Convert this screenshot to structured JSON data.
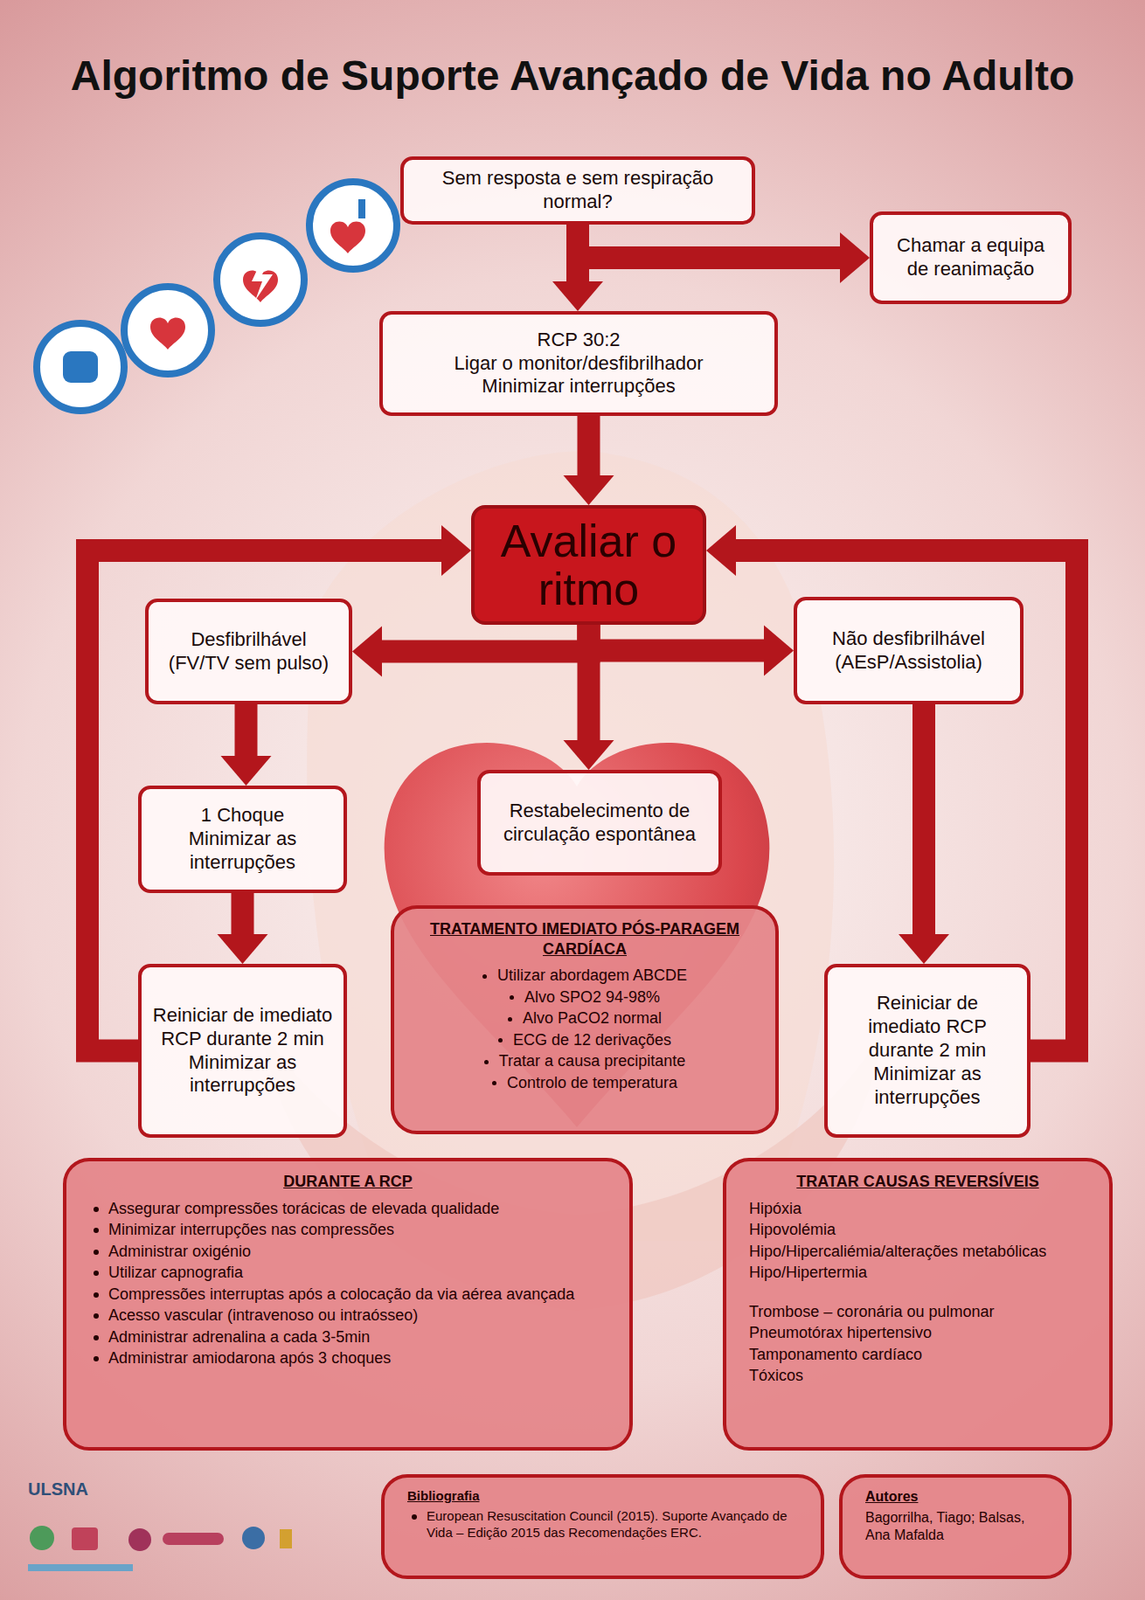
{
  "diagram": {
    "title": "Algoritmo de Suporte Avançado de Vida no Adulto",
    "nodes": [
      {
        "text": [
          "Sem resposta e sem respiração normal?"
        ]
      },
      {
        "text": [
          "Chamar a equipa de reanimação"
        ]
      },
      {
        "text": [
          "RCP 30:2",
          "Ligar o monitor/desfibrilhador",
          "Minimizar interrupções"
        ]
      },
      {
        "text": [
          "Avaliar o ritmo"
        ]
      },
      {
        "text": [
          "Desfibrilhável (FV/TV sem pulso)"
        ]
      },
      {
        "text": [
          "Não desfibrilhável (AEsP/Assistolia)"
        ]
      },
      {
        "text": [
          "1 Choque",
          "Minimizar as interrupções"
        ]
      },
      {
        "text": [
          "Restabelecimento de circulação espontânea"
        ]
      },
      {
        "text": [
          "TRATAMENTO IMEDIATO PÓS-PARAGEM CARDÍACA",
          "Utilizar abordagem ABCDE",
          "Alvo SPO2 94-98%",
          "Alvo PaCO2 normal",
          "ECG de 12 derivações",
          "Tratar a causa precipitante",
          "Controlo de temperatura"
        ]
      },
      {
        "text": [
          "Reiniciar de imediato RCP durante 2 min",
          "Minimizar as interrupções"
        ]
      },
      {
        "text": [
          "Reiniciar de imediato RCP durante 2 min",
          "Minimizar as interrupções"
        ]
      },
      {
        "text": [
          "DURANTE A RCP",
          "Assegurar compressões torácicas de elevada qualidade",
          "Minimizar interrupções nas compressões",
          "Administrar oxigénio",
          "Utilizar capnografia",
          "Compressões interruptas após a colocação da via aérea avançada",
          "Acesso vascular (intravenoso ou intraósseo)",
          "Administrar adrenalina a cada 3-5min",
          "Administrar amiodarona após 3 choques"
        ]
      },
      {
        "text": [
          "TRATAR CAUSAS REVERSÍVEIS",
          "Hipóxia",
          "Hipovolémia",
          "Hipo/Hipercaliémia/alterações metabólicas",
          "Hipo/Hipertermia",
          "Trombose – coronária ou pulmonar",
          "Pneumotórax hipertensivo",
          "Tamponamento cardíaco",
          "Tóxicos"
        ]
      },
      {
        "text": [
          "Bibliografia",
          "European Resuscitation Council (2015). Suporte Avançado de Vida – Edição 2015 das Recomendações ERC."
        ]
      },
      {
        "text": [
          "Autores",
          "Bagorrilha, Tiago; Balsas, Ana Mafalda"
        ]
      }
    ],
    "edges": [
      {
        "from": 0,
        "to": 2,
        "arrow": "to"
      },
      {
        "from": 0,
        "to": 1,
        "arrow": "to"
      },
      {
        "from": 2,
        "to": 3,
        "arrow": "to"
      },
      {
        "from": 3,
        "to": 4,
        "arrow": "to"
      },
      {
        "from": 3,
        "to": 5,
        "arrow": "to"
      },
      {
        "from": 3,
        "to": 7,
        "arrow": "to"
      },
      {
        "from": 4,
        "to": 6,
        "arrow": "to"
      },
      {
        "from": 6,
        "to": 9,
        "arrow": "to"
      },
      {
        "from": 9,
        "to": 3,
        "arrow": "to"
      },
      {
        "from": 5,
        "to": 10,
        "arrow": "to"
      },
      {
        "from": 10,
        "to": 3,
        "arrow": "to"
      }
    ],
    "labels": [
      "ULSNA"
    ]
  }
}
